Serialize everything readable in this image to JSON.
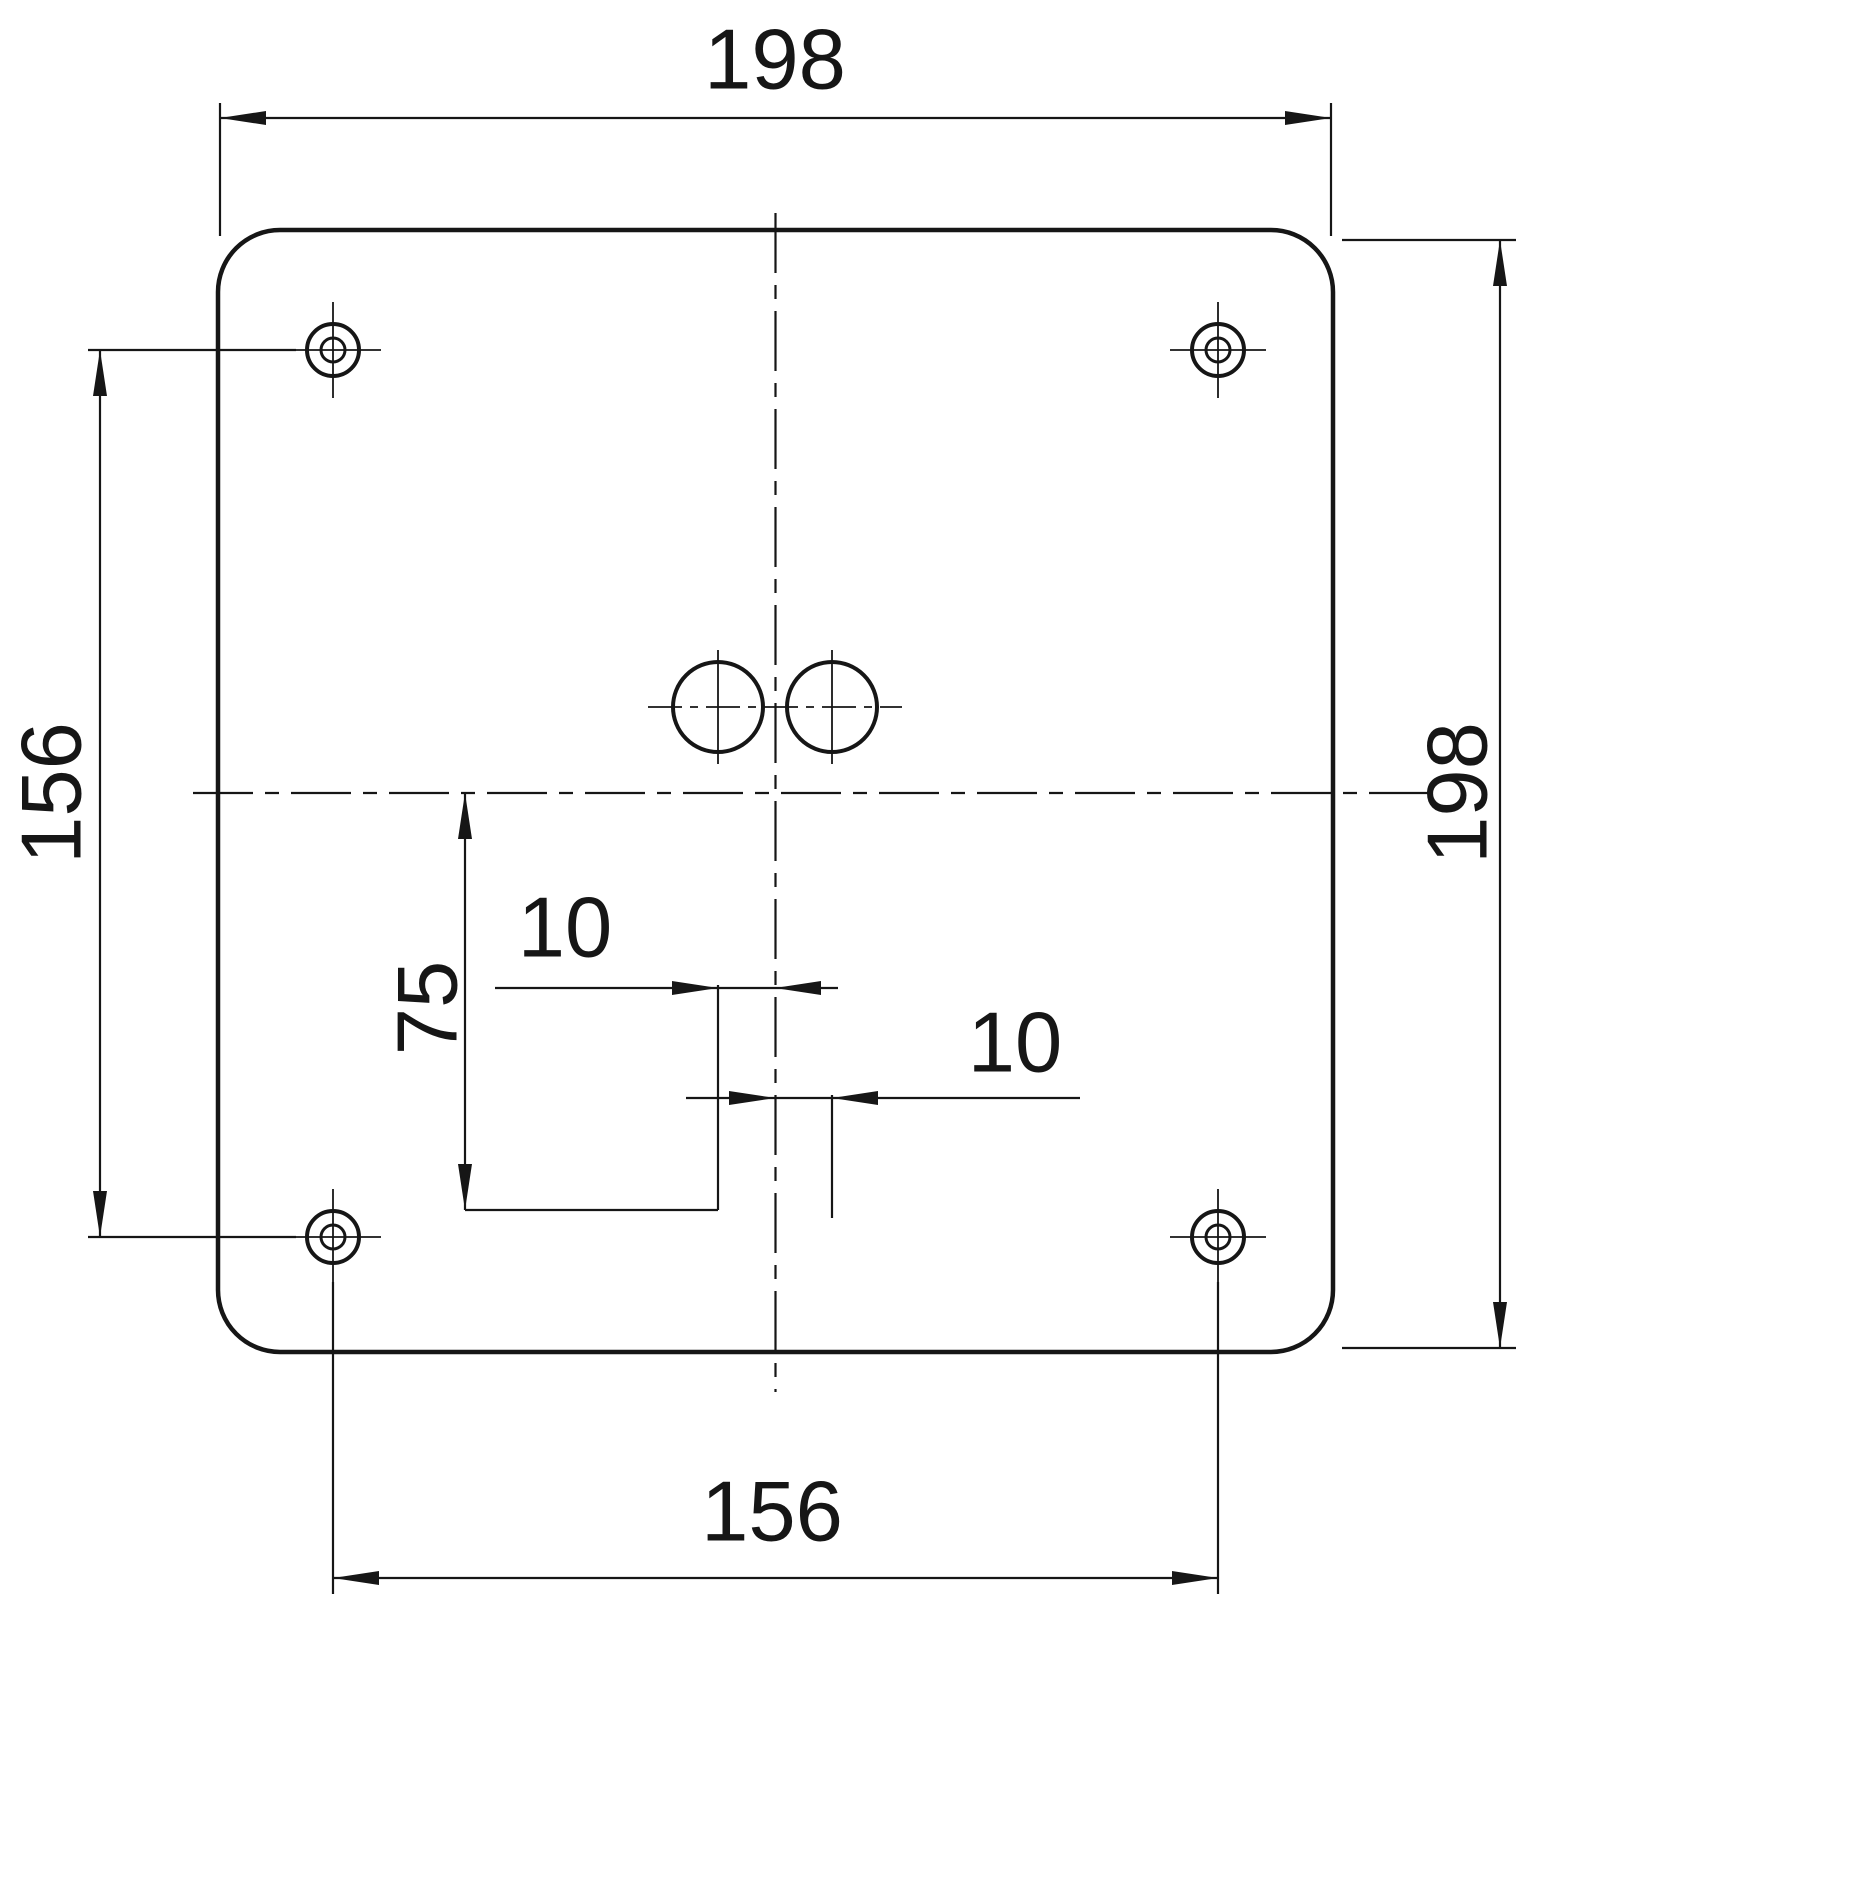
{
  "colors": {
    "line": "#161616",
    "background": "#ffffff"
  },
  "dimensions": {
    "overall_width": "198",
    "overall_height": "198",
    "hole_spacing_vertical": "156",
    "hole_spacing_horizontal": "156",
    "offset_below_center": "75",
    "offset_left_of_center": "10",
    "offset_right_of_center": "10"
  }
}
